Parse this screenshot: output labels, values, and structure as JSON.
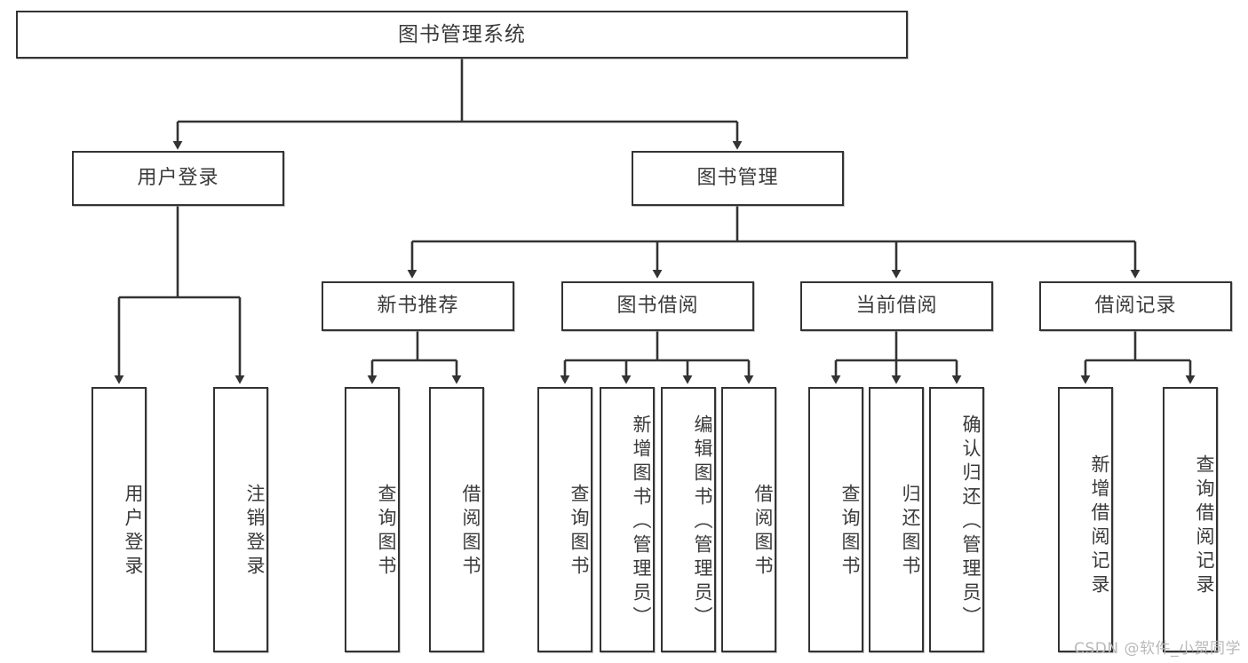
{
  "diagram": {
    "title": "图书管理系统",
    "type": "tree",
    "watermark": "CSDN @软件_小贺同学",
    "colors": {
      "box_border": "#333333",
      "box_fill": "#ffffff",
      "text": "#3a3a3a",
      "edge": "#333333",
      "watermark": "#b9b9b9"
    },
    "nodes": {
      "root": {
        "label": "图书管理系统",
        "level": 0,
        "orientation": "horizontal"
      },
      "level1": [
        {
          "id": "user-login",
          "label": "用户登录",
          "orientation": "horizontal"
        },
        {
          "id": "book-manage",
          "label": "图书管理",
          "orientation": "horizontal"
        }
      ],
      "level2": [
        {
          "id": "new-book-recommend",
          "label": "新书推荐",
          "parent": "book-manage",
          "orientation": "horizontal"
        },
        {
          "id": "book-borrow",
          "label": "图书借阅",
          "parent": "book-manage",
          "orientation": "horizontal"
        },
        {
          "id": "current-borrow",
          "label": "当前借阅",
          "parent": "book-manage",
          "orientation": "horizontal"
        },
        {
          "id": "borrow-record",
          "label": "借阅记录",
          "parent": "book-manage",
          "orientation": "horizontal"
        }
      ],
      "leaves": [
        {
          "id": "leaf-user-login",
          "label": "用户登录",
          "parent": "user-login",
          "orientation": "vertical"
        },
        {
          "id": "leaf-logout",
          "label": "注销登录",
          "parent": "user-login",
          "orientation": "vertical"
        },
        {
          "id": "leaf-query-book-1",
          "label": "查询图书",
          "parent": "new-book-recommend",
          "orientation": "vertical"
        },
        {
          "id": "leaf-borrow-book-1",
          "label": "借阅图书",
          "parent": "new-book-recommend",
          "orientation": "vertical"
        },
        {
          "id": "leaf-query-book-2",
          "label": "查询图书",
          "parent": "book-borrow",
          "orientation": "vertical"
        },
        {
          "id": "leaf-add-book",
          "label": "新增图书（管理员）",
          "parent": "book-borrow",
          "orientation": "vertical"
        },
        {
          "id": "leaf-edit-book",
          "label": "编辑图书（管理员）",
          "parent": "book-borrow",
          "orientation": "vertical"
        },
        {
          "id": "leaf-borrow-book-2",
          "label": "借阅图书",
          "parent": "book-borrow",
          "orientation": "vertical"
        },
        {
          "id": "leaf-query-book-3",
          "label": "查询图书",
          "parent": "current-borrow",
          "orientation": "vertical"
        },
        {
          "id": "leaf-return-book",
          "label": "归还图书",
          "parent": "current-borrow",
          "orientation": "vertical"
        },
        {
          "id": "leaf-confirm-return",
          "label": "确认归还（管理员）",
          "parent": "current-borrow",
          "orientation": "vertical"
        },
        {
          "id": "leaf-add-record",
          "label": "新增借阅记录",
          "parent": "borrow-record",
          "orientation": "vertical"
        },
        {
          "id": "leaf-query-record",
          "label": "查询借阅记录",
          "parent": "borrow-record",
          "orientation": "vertical"
        }
      ]
    }
  }
}
